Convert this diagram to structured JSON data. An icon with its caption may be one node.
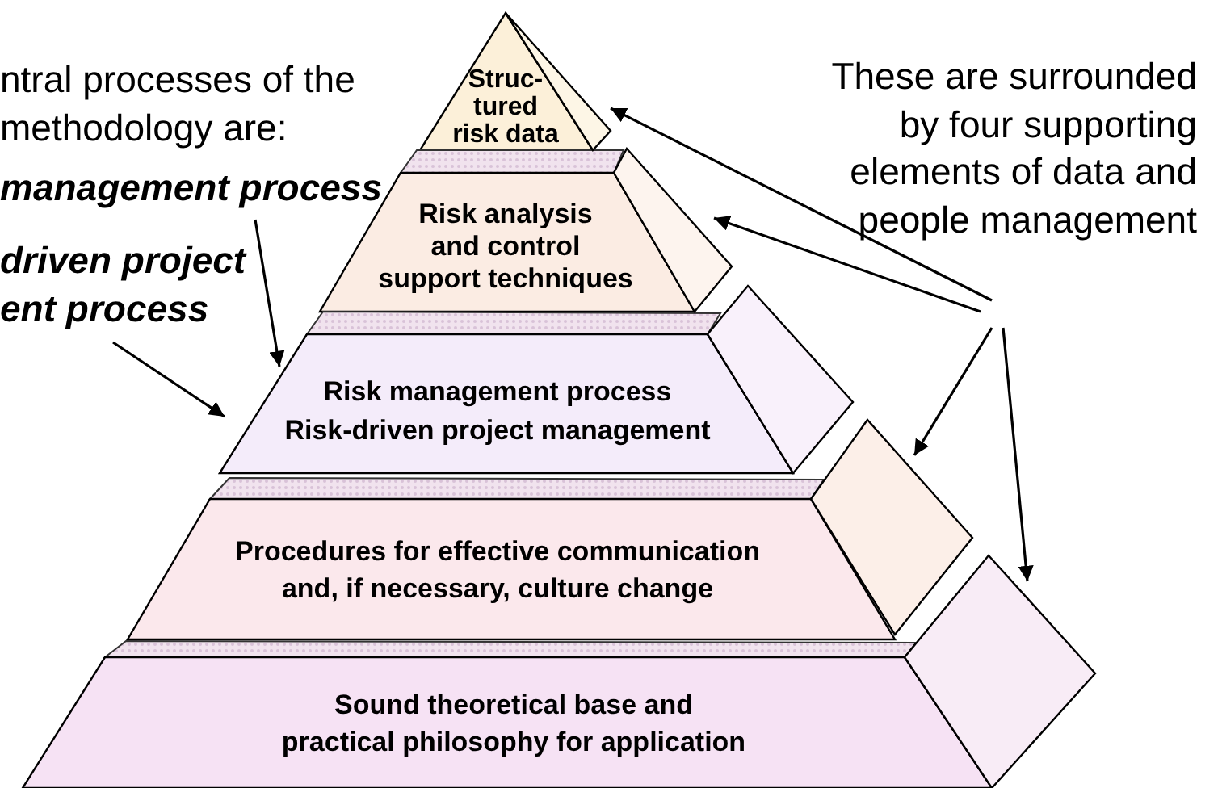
{
  "diagram": {
    "nodes": [
      {
        "text": [
          "Struc-tured risk data"
        ]
      },
      {
        "text": [
          "Risk analysis and control support techniques"
        ]
      },
      {
        "text": [
          "Risk management process",
          "Risk-driven project management"
        ]
      },
      {
        "text": [
          "Procedures for effective communication and, if necessary, culture change"
        ]
      },
      {
        "text": [
          "Sound theoretical base and practical philosophy for application"
        ]
      },
      {
        "text": [],
        "shape": "triangle"
      },
      {
        "text": [],
        "shape": "parallelogram"
      },
      {
        "text": [],
        "shape": "parallelogram"
      },
      {
        "text": [],
        "shape": "parallelogram"
      },
      {
        "text": [],
        "shape": "parallelogram"
      },
      {
        "text": [
          "management process"
        ]
      },
      {
        "text": [
          "driven project ent process"
        ]
      },
      {
        "text": [
          "These are surrounded by four supporting elements of data and people management"
        ]
      }
    ],
    "edges": [
      {
        "from": 10,
        "to": 2,
        "arrow": "to"
      },
      {
        "from": 11,
        "to": 2,
        "arrow": "to"
      },
      {
        "from": 12,
        "to": 5,
        "arrow": "to"
      },
      {
        "from": 12,
        "to": 6,
        "arrow": "to"
      },
      {
        "from": 12,
        "to": 8,
        "arrow": "to"
      },
      {
        "from": 12,
        "to": 9,
        "arrow": "to"
      }
    ],
    "labels": [
      "ntral processes of the methodology are:"
    ]
  }
}
